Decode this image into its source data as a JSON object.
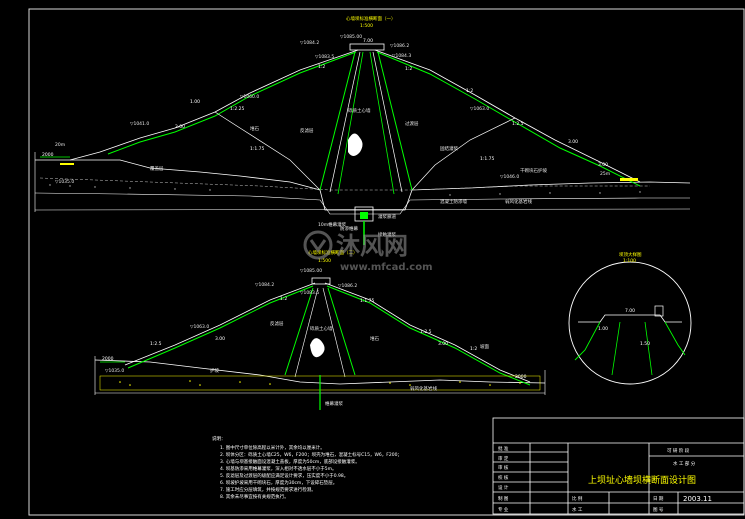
{
  "section1": {
    "title": "心墙坝标准横断面（一）",
    "scale": "1:500",
    "crest_width": "7.00",
    "crest_elev": "▽1085.00",
    "elev_wave_wall": "▽1086.2",
    "elev_crest_left": "▽1084.2",
    "elev_core_top": "▽1083.5",
    "elev_left_berm": "▽1060.0",
    "elev_right_berm": "▽1063.0",
    "elev_left_toe": "▽1041.0",
    "elev_base": "▽1035.0",
    "slope_l1": "1:2",
    "slope_l2": "1:2.25",
    "slope_l3": "1:1.75",
    "slope_r1": "1:2",
    "slope_r2": "1:2.5",
    "slope_r3": "1:1.75",
    "berm_l1": "1:2",
    "berm_r1": "3.00",
    "berm_r2": "3.00",
    "dim_left": "2000",
    "label_core": "砾质土心墙",
    "label_filter": "反滤层",
    "label_transition": "过渡层",
    "label_rockfill": "堆石",
    "label_cutoff": "防渗帷幕",
    "label_grout": "固结灌浆",
    "label_gallery": "灌浆廊道",
    "label_bedrock": "弱风化基岩线",
    "label_cover": "覆盖层",
    "label_riprap": "干砌块石护坡",
    "label_concrete": "混凝土防渗墙",
    "cutoff_elev": "10m帷幕灌浆",
    "elev_crest_right": "▽1084.3",
    "elev_right_toe": "▽1046.0",
    "dim_20m": "20m",
    "dim_25m": "25m",
    "note_joint": "接触灌浆",
    "mark_b1": "1.00",
    "mark_b2": "2.00"
  },
  "section2": {
    "title": "心墙坝标准横断面（二）",
    "scale": "1:500",
    "crest_elev": "▽1085.00",
    "elev_crest_left": "▽1084.2",
    "elev_core_top": "▽1083.5",
    "elev_left_berm": "▽1063.0",
    "elev_base": "▽1035.0",
    "slope_l1": "1:2",
    "slope_l2": "1:2.5",
    "slope_r1": "1:1.75",
    "slope_r2": "1:2.5",
    "slope_r3": "1:2",
    "berm_l": "3.00",
    "berm_r": "3.00",
    "dim_left": "2000",
    "dim_right": "2000",
    "label_core": "砾质土心墙",
    "label_filter": "反滤层",
    "label_rockfill": "堆石",
    "label_bedrock": "弱风化基岩线",
    "label_slope": "坡面",
    "label_riprap": "护坡",
    "label_grout": "帷幕灌浆",
    "elev_top_right": "▽1086.2"
  },
  "detail": {
    "title": "坝顶大样图",
    "scale": "1:100",
    "dim1": "7.00",
    "dim2": "1.00",
    "dim3": "1.50"
  },
  "notes": {
    "heading": "说明：",
    "lines": [
      "1. 图中尺寸单位除高程以米计外，其余均以厘米计。",
      "2. 坝体分区：砾质土心墙C25，W6，F200；坝壳为堆石，混凝土标号C15，W6，F200；",
      "3. 心墙与坝基接触面设混凝土盖板，厚度为50cm，底部设接触灌浆。",
      "4. 坝基防渗采用帷幕灌浆，深入相对不透水层不小于5m。",
      "5. 反滤层及过渡层的级配应满足设计要求，压实度不小于0.98。",
      "6. 坝坡护坡采用干砌块石，厚度为30cm，下设碎石垫层。",
      "7. 施工时应分层填筑，并按规范要求进行检测。",
      "8. 其余未尽事宜按有关规范执行。"
    ]
  },
  "title_block": {
    "approve": "批 准",
    "review": "审 定",
    "examine": "审 核",
    "check": "校 核",
    "design": "设 计",
    "draw": "制 图",
    "stage_label": "可 研 阶 段",
    "part": "水 工 部 分",
    "drawing_name": "上坝址心墙坝横断面设计图",
    "scale_label": "比 例",
    "date_label": "日 期",
    "date": "2003.11",
    "no_label": "图 号",
    "prof_label": "专 业",
    "prof": "水 工"
  },
  "watermark": {
    "brand": "沐风网",
    "url": "www.mfcad.com"
  }
}
